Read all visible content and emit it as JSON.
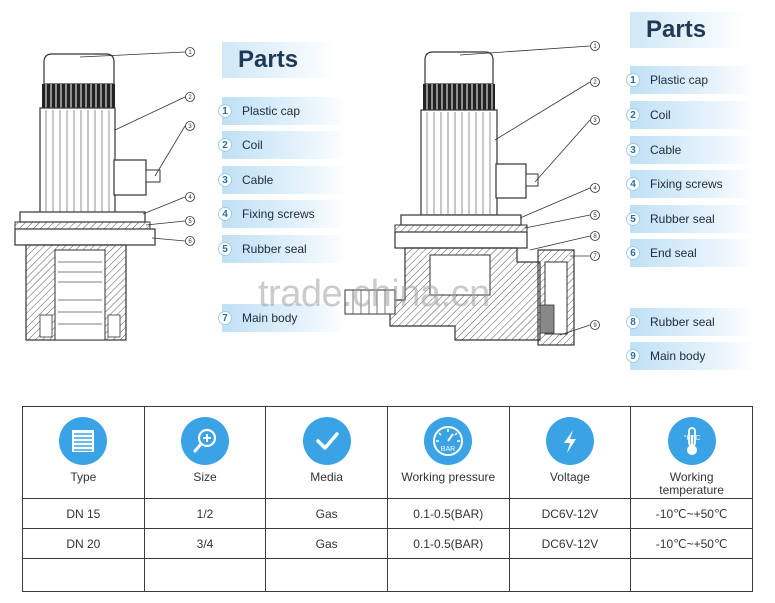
{
  "left_parts": {
    "title": "Parts",
    "items": [
      {
        "num": "1",
        "label": "Plastic cap"
      },
      {
        "num": "2",
        "label": "Coil"
      },
      {
        "num": "3",
        "label": "Cable"
      },
      {
        "num": "4",
        "label": "Fixing screws"
      },
      {
        "num": "5",
        "label": "Rubber seal"
      },
      {
        "num": "7",
        "label": "Main body"
      }
    ]
  },
  "right_parts": {
    "title": "Parts",
    "items": [
      {
        "num": "1",
        "label": "Plastic cap"
      },
      {
        "num": "2",
        "label": "Coil"
      },
      {
        "num": "3",
        "label": "Cable"
      },
      {
        "num": "4",
        "label": "Fixing screws"
      },
      {
        "num": "5",
        "label": "Rubber seal"
      },
      {
        "num": "6",
        "label": "End seal"
      },
      {
        "num": "8",
        "label": "Rubber seal"
      },
      {
        "num": "9",
        "label": "Main body"
      }
    ]
  },
  "left_callouts": [
    "1",
    "2",
    "3",
    "4",
    "5",
    "6"
  ],
  "right_callouts": [
    "1",
    "2",
    "3",
    "4",
    "5",
    "8",
    "7",
    "9"
  ],
  "watermark": "trade.china.cn",
  "spec_table": {
    "headers": [
      {
        "label": "Type",
        "icon": "list-icon"
      },
      {
        "label": "Size",
        "icon": "magnifier-icon"
      },
      {
        "label": "Media",
        "icon": "checkmark-icon"
      },
      {
        "label": "Working pressure",
        "icon": "pressure-gauge-icon",
        "icon_text": "BAR"
      },
      {
        "label": "Voltage",
        "icon": "lightning-icon"
      },
      {
        "label": "Working temperature",
        "icon": "thermometer-icon",
        "icon_text": "°F °C"
      }
    ],
    "rows": [
      [
        "DN 15",
        "1/2",
        "Gas",
        "0.1-0.5(BAR)",
        "DC6V-12V",
        "-10℃~+50℃"
      ],
      [
        "DN 20",
        "3/4",
        "Gas",
        "0.1-0.5(BAR)",
        "DC6V-12V",
        "-10℃~+50℃"
      ]
    ]
  },
  "colors": {
    "accent": "#3aa3e5",
    "title": "#1e3a56"
  }
}
